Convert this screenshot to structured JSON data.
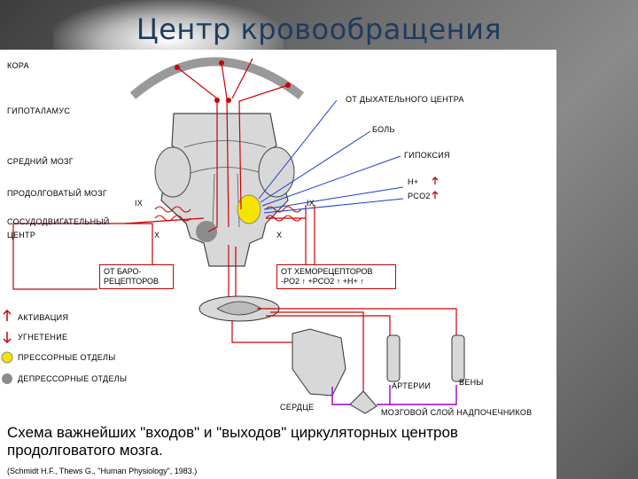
{
  "slide": {
    "title": "Центр кровообращения"
  },
  "diagram": {
    "labels": {
      "kora": "КОРА",
      "hypothalamus": "ГИПОТАЛАМУС",
      "midbrain": "СРЕДНИЙ МОЗГ",
      "medulla": "ПРОДОЛГОВАТЫЙ МОЗГ",
      "vasomotor": "СОСУДОДВИГАТЕЛЬНЫЙ",
      "center": "ЦЕНТР",
      "resp_center": "ОТ ДЫХАТЕЛЬНОГО ЦЕНТРА",
      "pain": "БОЛЬ",
      "hypoxia": "ГИПОКСИЯ",
      "h_plus": "H+",
      "pco2": "PCO2",
      "ix_left": "IX",
      "ix_right": "IX",
      "x_left": "X",
      "x_right": "X",
      "baro_line1": "ОТ БАРО-",
      "baro_line2": "РЕЦЕПТОРОВ",
      "chemo_line1": "ОТ ХЕМОРЕЦЕПТОРОВ",
      "chemo_line2": "-PO2 ↑ +PCO2 ↑ +H+ ↑",
      "heart": "СЕРДЦЕ",
      "arteries": "АРТЕРИИ",
      "veins": "ВЕНЫ",
      "adrenal": "МОЗГОВОЙ СЛОЙ НАДПОЧЕЧНИКОВ"
    },
    "legend": {
      "activation": "АКТИВАЦИЯ",
      "inhibition": "УГНЕТЕНИЕ",
      "pressor": "ПРЕССОРНЫЕ ОТДЕЛЫ",
      "depressor": "ДЕПРЕССОРНЫЕ ОТДЕЛЫ"
    },
    "caption": "Схема важнейших \"входов\" и \"выходов\" циркуляторных центров продолговатого мозга.",
    "citation": "(Schmidt H.F., Thews G., \"Human Physiology\", 1983.)",
    "colors": {
      "pathway": "#cc0000",
      "input": "#1a3fcc",
      "pressor": "#f5e400",
      "depressor": "#8c8c8c",
      "adrenal_output": "#9900cc"
    }
  }
}
